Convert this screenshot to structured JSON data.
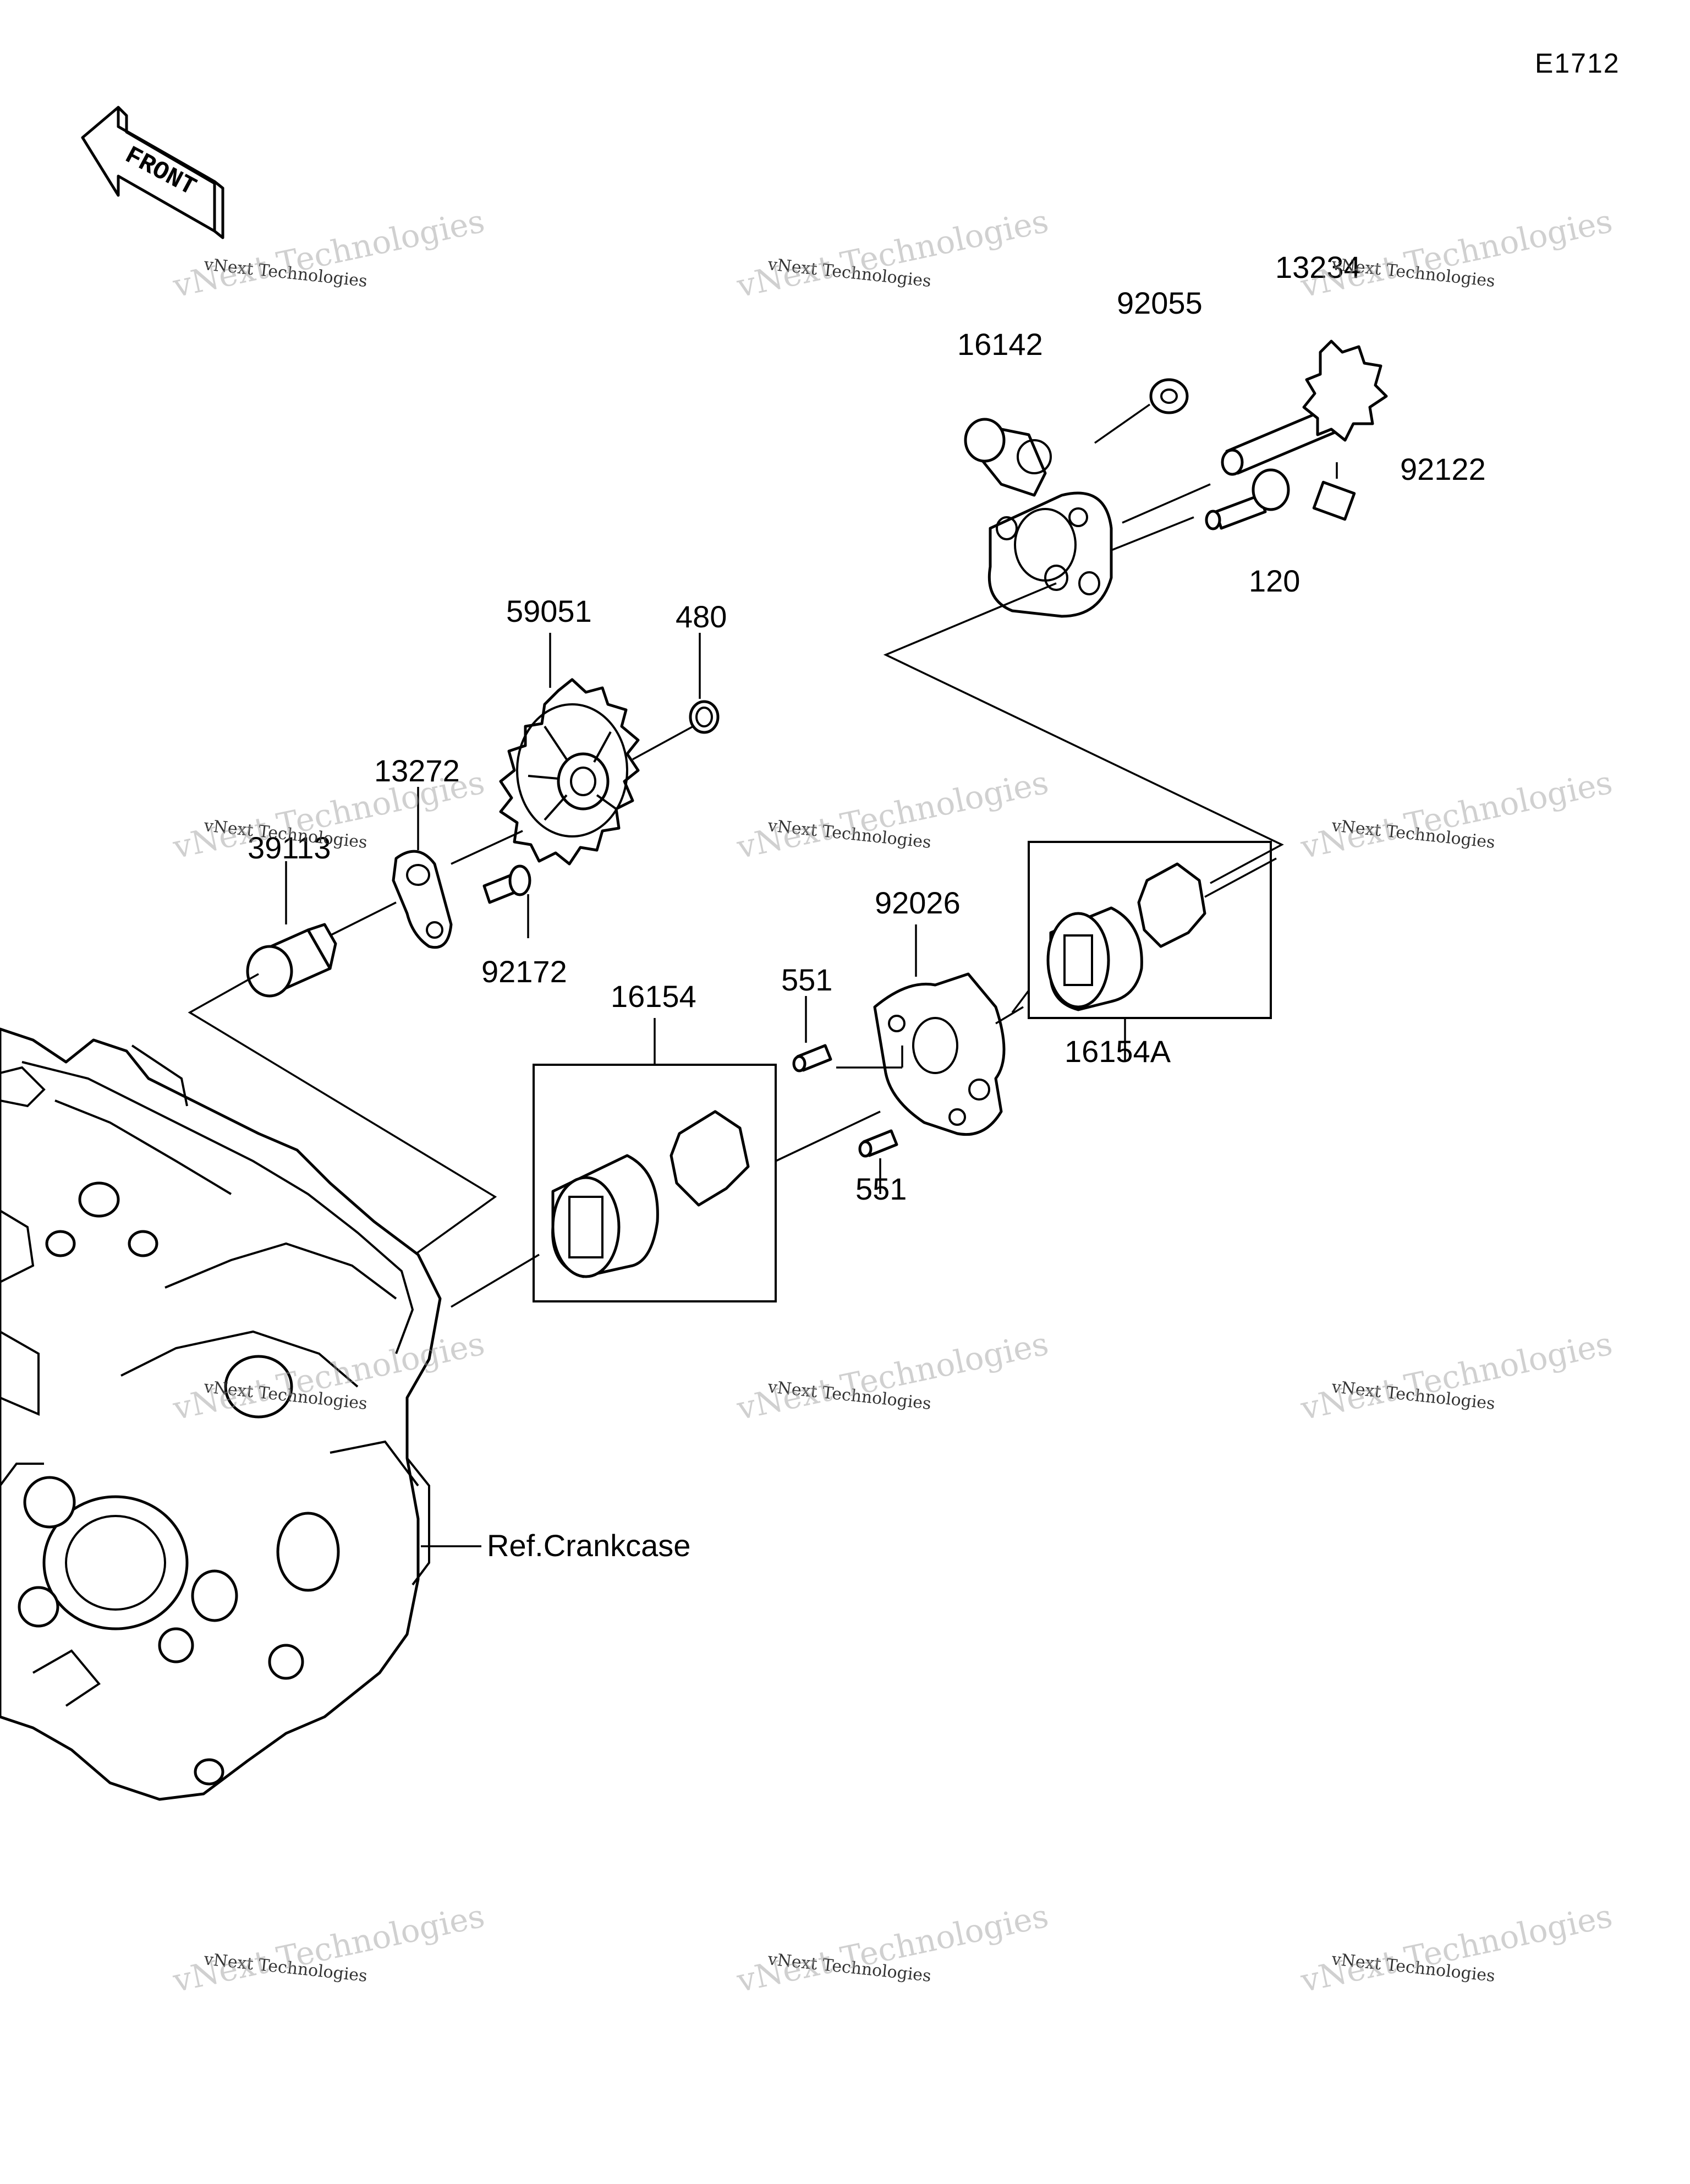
{
  "diagram_code": "E1712",
  "front_label": "FRONT",
  "ref_label": "Ref.Crankcase",
  "watermark": {
    "line1": "vNext Technologies",
    "line2": "vNext Technologies"
  },
  "parts": [
    {
      "id": "13234",
      "label": "13234"
    },
    {
      "id": "92055",
      "label": "92055"
    },
    {
      "id": "16142",
      "label": "16142"
    },
    {
      "id": "92122",
      "label": "92122"
    },
    {
      "id": "120",
      "label": "120"
    },
    {
      "id": "59051",
      "label": "59051"
    },
    {
      "id": "480",
      "label": "480"
    },
    {
      "id": "13272",
      "label": "13272"
    },
    {
      "id": "39113",
      "label": "39113"
    },
    {
      "id": "92172",
      "label": "92172"
    },
    {
      "id": "92026",
      "label": "92026"
    },
    {
      "id": "16154",
      "label": "16154"
    },
    {
      "id": "551a",
      "label": "551"
    },
    {
      "id": "551b",
      "label": "551"
    },
    {
      "id": "16154A",
      "label": "16154A"
    }
  ]
}
